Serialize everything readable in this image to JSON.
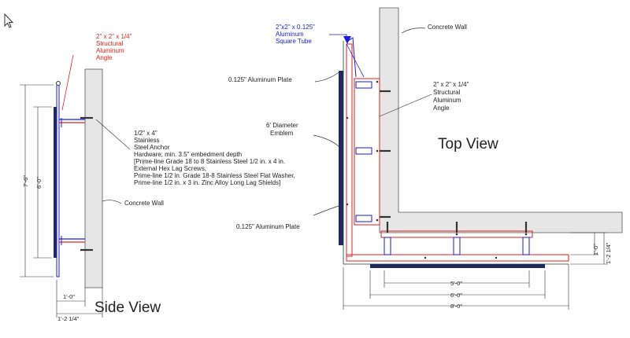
{
  "diagram": {
    "side_view": {
      "title": "Side View",
      "labels": {
        "angle": [
          "2\" x 2\" x 1/4\"",
          "Structural",
          "Aluminum",
          "Angle"
        ],
        "anchor": [
          "1/2\" x 4\"",
          "Stainless",
          "Steel Anchor",
          "Hardware; min. 3.5\" embedment depth",
          "[Prime-line Grade 18 to 8 Stainless Steel 1/2 in. x 4 in.",
          "External Hex Lag Screws,",
          "Prime-line 1/2 in. Grade 18-8 Stainless Steel Flat Washer,",
          "Prime-line 1/2 in. x 3 in. Zinc Alloy Long Lag Shields]"
        ],
        "wall": "Concrete Wall"
      },
      "dims": {
        "height_outer": "7'-6\"",
        "height_inner": "6'-0\"",
        "depth1": "1'-0\"",
        "depth2": "1'-2 1/4\""
      }
    },
    "top_view": {
      "title": "Top View",
      "labels": {
        "tube": [
          "2\"x2\" x 0.125\"",
          "Aluminum",
          "Square Tube"
        ],
        "wall": "Concrete Wall",
        "plate_top": "0.125\" Aluminum Plate",
        "angle": [
          "2\" x 2\" x 1/4\"",
          "Structural",
          "Aluminum",
          "Angle"
        ],
        "emblem": [
          "6' Diameter",
          "Emblem"
        ],
        "plate_bottom": "0.125\" Aluminum Plate"
      },
      "dims": {
        "w1": "5'-0\"",
        "w2": "6'-0\"",
        "w3": "8'-0\"",
        "d1": "1'-0\"",
        "d2": "1'-2 1/4\""
      }
    }
  },
  "colors": {
    "concrete": "#e6e6e6",
    "red": "#e0201c",
    "blue": "#1a1ae0",
    "navy": "#1f2a5c"
  },
  "ui": {
    "cursor_icon": "mouse-pointer-icon"
  }
}
